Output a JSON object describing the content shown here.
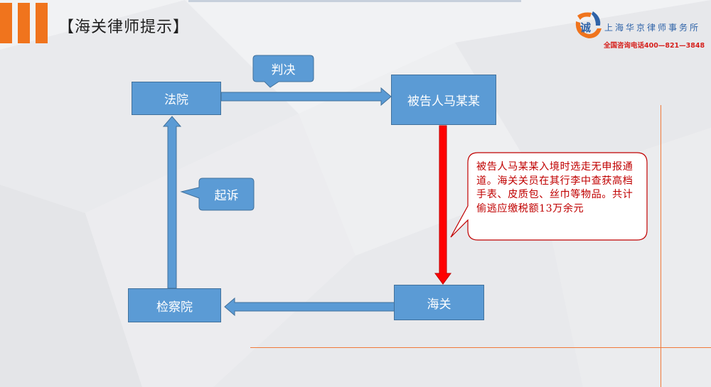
{
  "header": {
    "title": "【海关律师提示】",
    "logo_name": "上海华京律师事务所",
    "logo_phone": "全国咨询电话400—821—3848",
    "logo_mark_glyph": "诚"
  },
  "diagram": {
    "nodes": {
      "court": "法院",
      "defendant": "被告人马某某",
      "customs": "海关",
      "procuratorate": "检察院"
    },
    "callouts": {
      "judgment": "判决",
      "prosecution": "起诉"
    },
    "note": "被告人马某某入境时选走无申报通道。海关关员在其行李中查获高档手表、皮质包、丝巾等物品。共计偷逃应缴税额13万余元"
  },
  "colors": {
    "accent_orange": "#f0741d",
    "node_blue": "#5b9bd5",
    "arrow_red": "#ff0000",
    "note_red": "#c00000"
  }
}
